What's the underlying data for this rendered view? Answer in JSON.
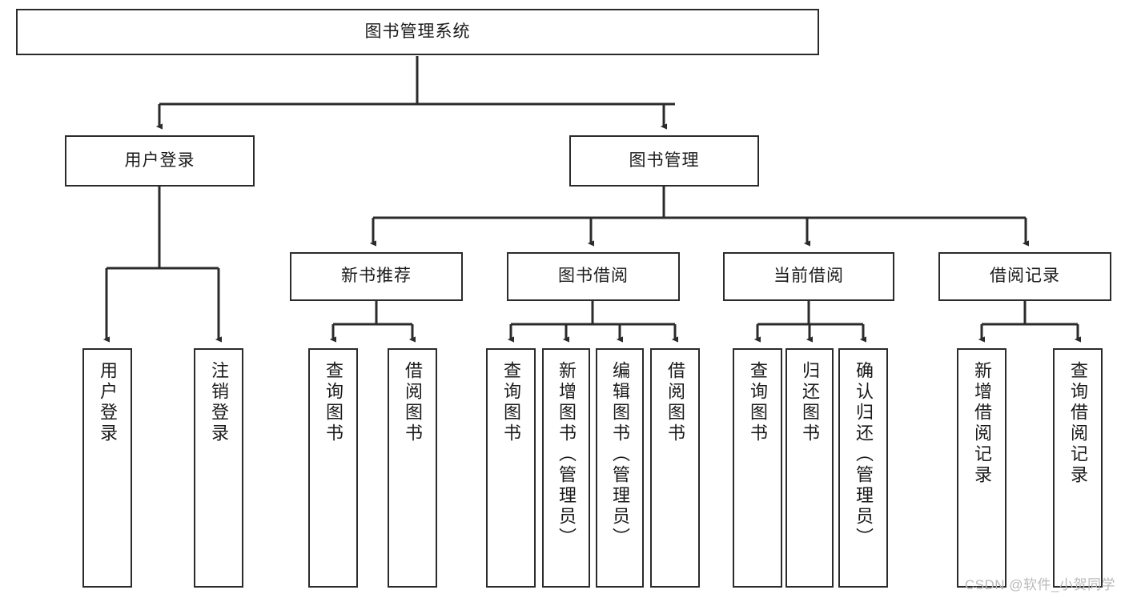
{
  "diagram": {
    "title": "图书管理系统",
    "type": "hierarchy-tree",
    "watermark": "CSDN @软件_小贺同学",
    "colors": {
      "box_border": "#2b2b2b",
      "box_fill": "#ffffff",
      "connector": "#2b2b2b",
      "text": "#1a1a1a",
      "watermark": "#b9b9b9",
      "background": "#ffffff"
    },
    "levels": [
      {
        "level": 1,
        "nodes": [
          {
            "id": "root",
            "label": "图书管理系统",
            "orientation": "horizontal"
          }
        ]
      },
      {
        "level": 2,
        "nodes": [
          {
            "id": "login",
            "label": "用户登录",
            "orientation": "horizontal",
            "parent": "root"
          },
          {
            "id": "bookmgmt",
            "label": "图书管理",
            "orientation": "horizontal",
            "parent": "root"
          }
        ]
      },
      {
        "level": 3,
        "nodes": [
          {
            "id": "newbook",
            "label": "新书推荐",
            "orientation": "horizontal",
            "parent": "bookmgmt"
          },
          {
            "id": "borrow",
            "label": "图书借阅",
            "orientation": "horizontal",
            "parent": "bookmgmt"
          },
          {
            "id": "current",
            "label": "当前借阅",
            "orientation": "horizontal",
            "parent": "bookmgmt"
          },
          {
            "id": "records",
            "label": "借阅记录",
            "orientation": "horizontal",
            "parent": "bookmgmt"
          }
        ]
      },
      {
        "level": 4,
        "nodes": [
          {
            "id": "leaf-login-1",
            "label": "用户登录",
            "orientation": "vertical",
            "parent": "login"
          },
          {
            "id": "leaf-login-2",
            "label": "注销登录",
            "orientation": "vertical",
            "parent": "login"
          },
          {
            "id": "leaf-newbook-1",
            "label": "查询图书",
            "orientation": "vertical",
            "parent": "newbook"
          },
          {
            "id": "leaf-newbook-2",
            "label": "借阅图书",
            "orientation": "vertical",
            "parent": "newbook"
          },
          {
            "id": "leaf-borrow-1",
            "label": "查询图书",
            "orientation": "vertical",
            "parent": "borrow"
          },
          {
            "id": "leaf-borrow-2",
            "label": "新增图书（管理员）",
            "orientation": "vertical",
            "parent": "borrow"
          },
          {
            "id": "leaf-borrow-3",
            "label": "编辑图书（管理员）",
            "orientation": "vertical",
            "parent": "borrow"
          },
          {
            "id": "leaf-borrow-4",
            "label": "借阅图书",
            "orientation": "vertical",
            "parent": "borrow"
          },
          {
            "id": "leaf-current-1",
            "label": "查询图书",
            "orientation": "vertical",
            "parent": "current"
          },
          {
            "id": "leaf-current-2",
            "label": "归还图书",
            "orientation": "vertical",
            "parent": "current"
          },
          {
            "id": "leaf-current-3",
            "label": "确认归还（管理员）",
            "orientation": "vertical",
            "parent": "current"
          },
          {
            "id": "leaf-records-1",
            "label": "新增借阅记录",
            "orientation": "vertical",
            "parent": "records"
          },
          {
            "id": "leaf-records-2",
            "label": "查询借阅记录",
            "orientation": "vertical",
            "parent": "records"
          }
        ]
      }
    ]
  }
}
